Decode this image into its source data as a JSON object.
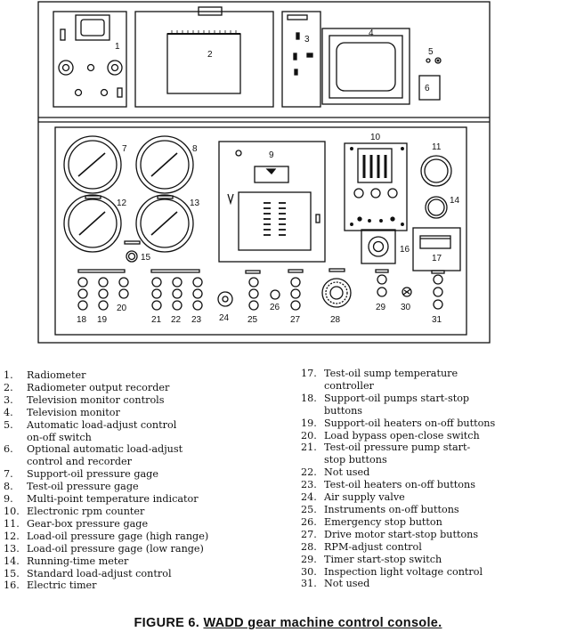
{
  "diagram": {
    "callouts": [
      "1",
      "2",
      "3",
      "4",
      "5",
      "6",
      "7",
      "8",
      "9",
      "10",
      "11",
      "12",
      "13",
      "14",
      "15",
      "16",
      "17",
      "18",
      "19",
      "20",
      "21",
      "22",
      "23",
      "24",
      "25",
      "26",
      "27",
      "28",
      "29",
      "30",
      "31"
    ]
  },
  "legend_left": [
    {
      "num": "1.",
      "text": "Radiometer"
    },
    {
      "num": "2.",
      "text": "Radiometer output recorder"
    },
    {
      "num": "3.",
      "text": "Television monitor controls"
    },
    {
      "num": "4.",
      "text": "Television monitor"
    },
    {
      "num": "5.",
      "text": "Automatic load-adjust control"
    },
    {
      "num": "",
      "text": "on-off switch"
    },
    {
      "num": "6.",
      "text": "Optional automatic load-adjust"
    },
    {
      "num": "",
      "text": "control and recorder"
    },
    {
      "num": "7.",
      "text": "Support-oil pressure gage"
    },
    {
      "num": "8.",
      "text": "Test-oil pressure gage"
    },
    {
      "num": "9.",
      "text": "Multi-point temperature indicator"
    },
    {
      "num": "10.",
      "text": "Electronic rpm counter"
    },
    {
      "num": "11.",
      "text": "Gear-box pressure gage"
    },
    {
      "num": "12.",
      "text": "Load-oil pressure gage (high range)"
    },
    {
      "num": "13.",
      "text": "Load-oil pressure gage (low range)"
    },
    {
      "num": "14.",
      "text": "Running-time meter"
    },
    {
      "num": "15.",
      "text": "Standard load-adjust control"
    },
    {
      "num": "16.",
      "text": "Electric timer"
    }
  ],
  "legend_right": [
    {
      "num": "17.",
      "text": "Test-oil sump temperature"
    },
    {
      "num": "",
      "text": "controller"
    },
    {
      "num": "18.",
      "text": "Support-oil pumps start-stop"
    },
    {
      "num": "",
      "text": "buttons"
    },
    {
      "num": "19.",
      "text": "Support-oil heaters on-off buttons"
    },
    {
      "num": "20.",
      "text": "Load bypass open-close switch"
    },
    {
      "num": "21.",
      "text": "Test-oil pressure pump start-"
    },
    {
      "num": "",
      "text": "stop buttons"
    },
    {
      "num": "22.",
      "text": "Not used"
    },
    {
      "num": "23.",
      "text": "Test-oil heaters on-off buttons"
    },
    {
      "num": "24.",
      "text": "Air supply valve"
    },
    {
      "num": "25.",
      "text": "Instruments on-off buttons"
    },
    {
      "num": "26.",
      "text": "Emergency stop button"
    },
    {
      "num": "27.",
      "text": "Drive motor start-stop buttons"
    },
    {
      "num": "28.",
      "text": "RPM-adjust control"
    },
    {
      "num": "29.",
      "text": "Timer start-stop switch"
    },
    {
      "num": "30.",
      "text": "Inspection light voltage control"
    },
    {
      "num": "31.",
      "text": "Not used"
    }
  ],
  "caption": {
    "prefix": "FIGURE 6.",
    "title": "WADD gear machine control console."
  }
}
